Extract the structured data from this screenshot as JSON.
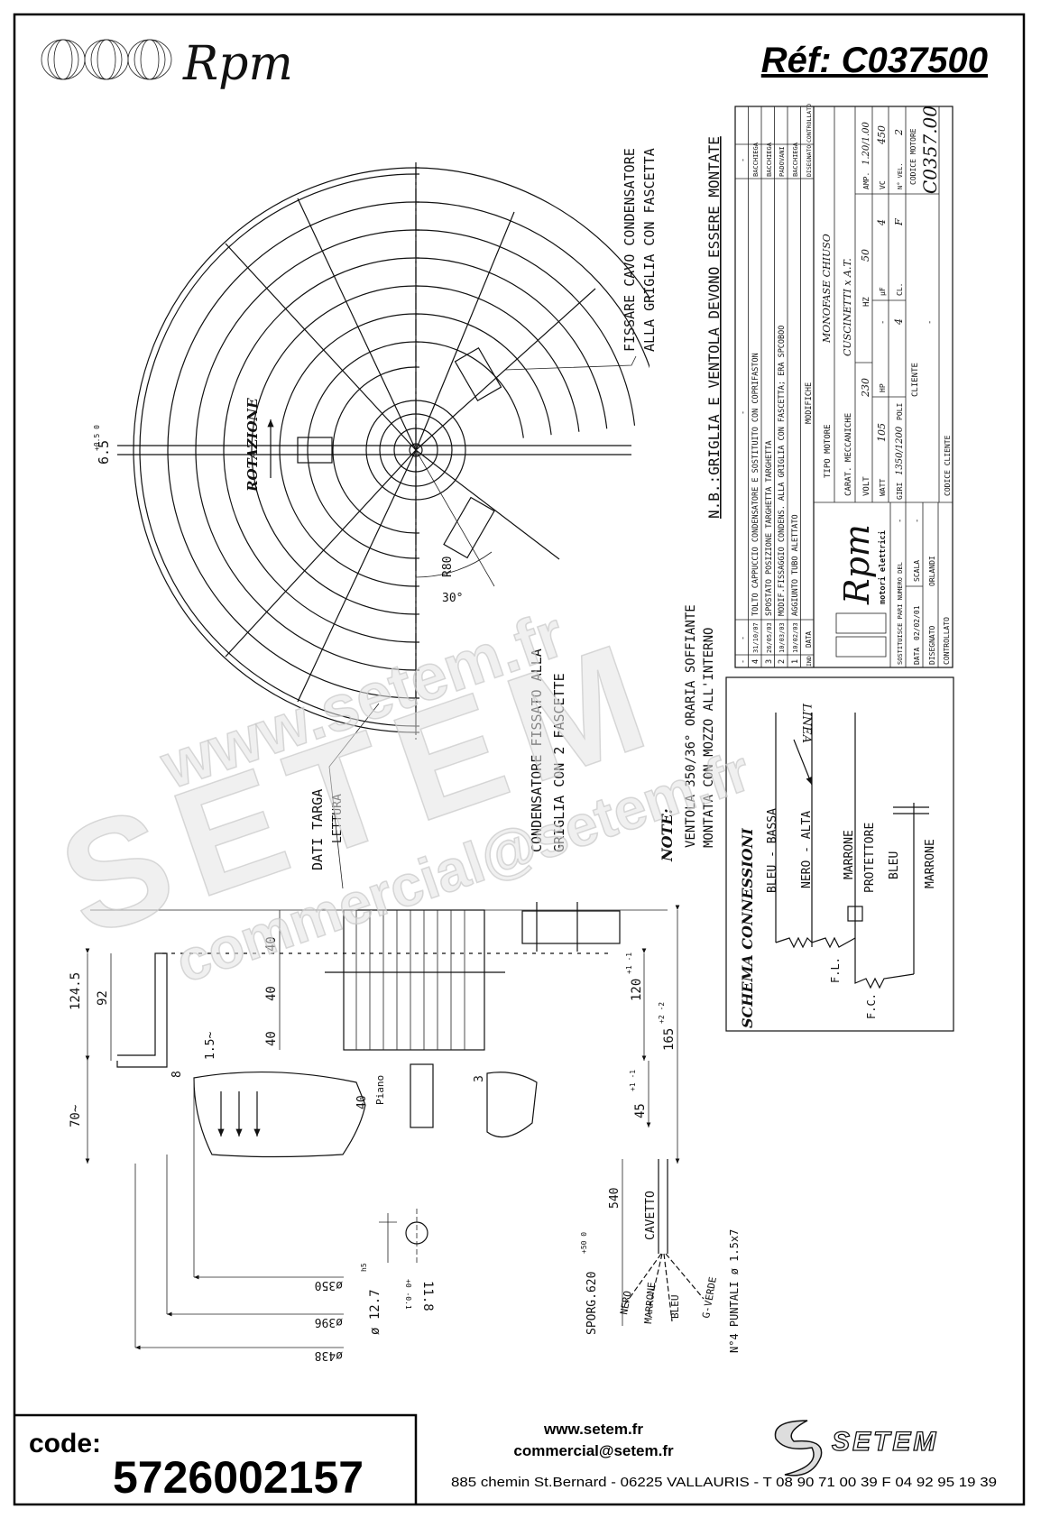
{
  "header": {
    "brand": "Rpm",
    "reference": "Réf:  C037500"
  },
  "notes": {
    "fix_cable_1": "FISSARE CAVO CONDENSATORE",
    "fix_cable_2": "ALLA GRIGLIA CON FASCETTA",
    "nb": "N.B.:GRIGLIA E VENTOLA DEVONO ESSERE MONTATE",
    "fan_1": "VENTOLA  350/36° ORARIA SOFFIANTE",
    "fan_2": "MONTATA CON MOZZO ALL'INTERNO",
    "note_label": "NOTE:",
    "condenser_1": "CONDENSATORE FISSATO ALLA",
    "condenser_2": "GRIGLIA CON 2 FASCETTE",
    "plate_1": "DATI TARGA",
    "plate_2": "LETTURA",
    "rotation": "ROTAZIONE"
  },
  "dimensions": {
    "d_6_5": "6.5",
    "d_6_5_tol": "+0.5 0",
    "r80": "R80",
    "a30": "30°",
    "d124_5": "124.5",
    "d92": "92",
    "d40a": "40",
    "d40b": "40",
    "d40c": "40",
    "d120": "120",
    "d120_tol": "+1 -1",
    "d165": "165",
    "d165_tol": "+2 -2",
    "d1_5": "1.5~",
    "d8": "8",
    "d70": "70~",
    "d45": "45",
    "d45_tol": "+1 -1",
    "d3": "3",
    "d40d": "40",
    "piano": "Piano",
    "shaft": "ø 12.7",
    "shaft_tol": "h5",
    "d11_8": "11.8",
    "d11_8_tol": "+0 -0.1",
    "d350": "ø350",
    "d396": "ø396",
    "d438": "ø438"
  },
  "cable": {
    "d540": "540",
    "cavetto": "CAVETTO",
    "sporg": "SPORG.620",
    "sporg_tol": "+50 0",
    "nero": "NERO",
    "marrone": "MARRONE",
    "bleu": "BLEU",
    "verde": "G-VERDE",
    "puntali": "N°4 PUNTALI ø 1.5x7"
  },
  "title_block": {
    "revisions": [
      {
        "ind": "-",
        "date": "-",
        "desc": "-",
        "by": "-"
      },
      {
        "ind": "4",
        "date": "31/10/07",
        "desc": "TOLTO CAPPUCCIO CONDENSATORE E SOSTITUITO CON COPRIFASTON",
        "by": "BACCHIEGA"
      },
      {
        "ind": "3",
        "date": "26/05/03",
        "desc": "SPOSTATO POSIZIONE TARGHETTA TARGHETTA",
        "by": "BACCHIEGA"
      },
      {
        "ind": "2",
        "date": "10/03/03",
        "desc": "MODIF.FISSAGGIO CONDENS. ALLA GRIGLIA CON FASCETTA; ERA SPCOBOO",
        "by": "PADOVANI"
      },
      {
        "ind": "1",
        "date": "10/02/03",
        "desc": "AGGIUNTO TUBO ALETTATO",
        "by": "BACCHIEGA"
      }
    ],
    "hdr_ind": "IND",
    "hdr_date": "DATA",
    "hdr_mod": "MODIFICHE",
    "hdr_drawn": "DISEGNATO",
    "hdr_ctrl": "CONTROLLATO",
    "logo_brand": "Rpm",
    "logo_sub": "motori elettrici",
    "tipo_label": "TIPO MOTORE",
    "tipo_value": "MONOFASE CHIUSO",
    "carat_label": "CARAT. MECCANICHE",
    "carat_value": "CUSCINETTI x A.T.",
    "volt_label": "VOLT",
    "volt": "230",
    "hz_label": "HZ",
    "hz": "50",
    "amp_label": "AMP.",
    "amp": "1.20/1.00",
    "watt_label": "WATT",
    "watt": "105",
    "hp_label": "HP",
    "hp": "-",
    "uf_label": "µF",
    "uf": "4",
    "vc_label": "VC",
    "vc": "450",
    "giri_label": "GIRI",
    "giri": "1350/1200",
    "poli_label": "POLI",
    "poli": "4",
    "cl_label": "CL.",
    "cl": "F",
    "vel_label": "N° VEL.",
    "vel": "2",
    "sost_label": "SOSTITUISCE PARI NUMERO DEL",
    "sost": "-",
    "data_label": "DATA",
    "data": "02/02/01",
    "scala_label": "SCALA",
    "scala": "-",
    "disegnato_label": "DISEGNATO",
    "disegnato": "ORLANDI",
    "controllato_label": "CONTROLLATO",
    "cliente_label": "CLIENTE",
    "cliente": "-",
    "codice_motore_label": "CODICE MOTORE",
    "codice_motore": "C0357.00",
    "codice_cliente_label": "CODICE CLIENTE"
  },
  "schema": {
    "title": "SCHEMA CONNESSIONI",
    "linea": "LINEA",
    "bleu_bassa": "BLEU - BASSA",
    "nero_alta": "NERO - ALTA",
    "marrone": "MARRONE",
    "protettore": "PROTETTORE",
    "bleu": "BLEU",
    "marrone2": "MARRONE",
    "fl": "F.L.",
    "fc": "F.C."
  },
  "watermark": {
    "url": "www.setem.fr",
    "brand": "SETEM",
    "email": "commercial@setem.fr"
  },
  "footer": {
    "code_label": "code:",
    "code": "5726002157",
    "website": "www.setem.fr",
    "email": "commercial@setem.fr",
    "address": "885 chemin St.Bernard  -  06225 VALLAURIS  -  T 08 90 71 00 39   F 04 92 95 19 39",
    "logo": "SETEM"
  }
}
